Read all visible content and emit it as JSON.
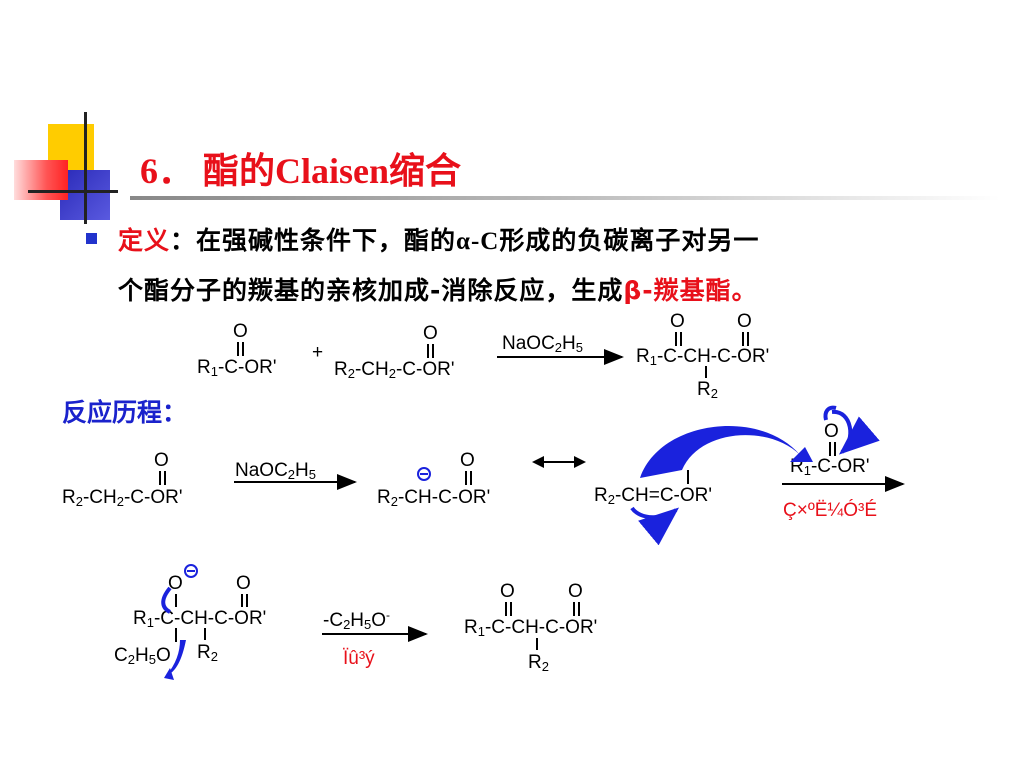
{
  "title": "6． 酯的Claisen缩合",
  "definition": {
    "term": "定义",
    "line1_text": "：在强碱性条件下，酯的",
    "alpha": "α-C",
    "line1_rest": "形成的负碳离子对另一",
    "line2_text": "个酯分子的羰基的亲核加成-消除反应，生成",
    "beta_product": "β-羰基酯。"
  },
  "overall_reaction": {
    "reactant1_O": "O",
    "reactant1": "R1-C-OR'",
    "plus": "+",
    "reactant2_O": "O",
    "reactant2": "R2-CH2-C-OR'",
    "reagent": "NaOC2H5",
    "product_O1": "O",
    "product_O2": "O",
    "product": "R1-C-CH-C-OR'",
    "product_sub": "R2"
  },
  "mechanism_label": "反应历程：",
  "mechanism": {
    "step1_reactant_O": "O",
    "step1_reactant": "R2-CH2-C-OR'",
    "step1_reagent": "NaOC2H5",
    "step1_product_O": "O",
    "step1_product": "R2-CH-C-OR'",
    "resonance": "R2-CH=C-OR'",
    "step2_partner_O": "O",
    "step2_partner": "R1-C-OR'",
    "step2_label": "Ç×ºË¼Ó³É",
    "intermediate_O1": "O",
    "intermediate_O2": "O",
    "intermediate": "R1-C-CH-C-OR'",
    "intermediate_OEt": "C2H5O",
    "intermediate_R2": "R2",
    "step3_reagent": "-C2H5O-",
    "step3_label": "Ïû³ý",
    "final_O1": "O",
    "final_O2": "O",
    "final": "R1-C-CH-C-OR'",
    "final_sub": "R2"
  },
  "colors": {
    "title": "#e8101a",
    "highlight": "#e8101a",
    "section": "#1a22cc",
    "arrow_blue": "#1a22dd",
    "deco_yellow": "#ffcc00",
    "deco_red": "#ff3333",
    "deco_blue": "#3333cc"
  },
  "icons": [
    "square-bullet-icon",
    "negative-charge-icon",
    "curved-arrow-icon",
    "resonance-arrow-icon",
    "reaction-arrow-icon"
  ]
}
